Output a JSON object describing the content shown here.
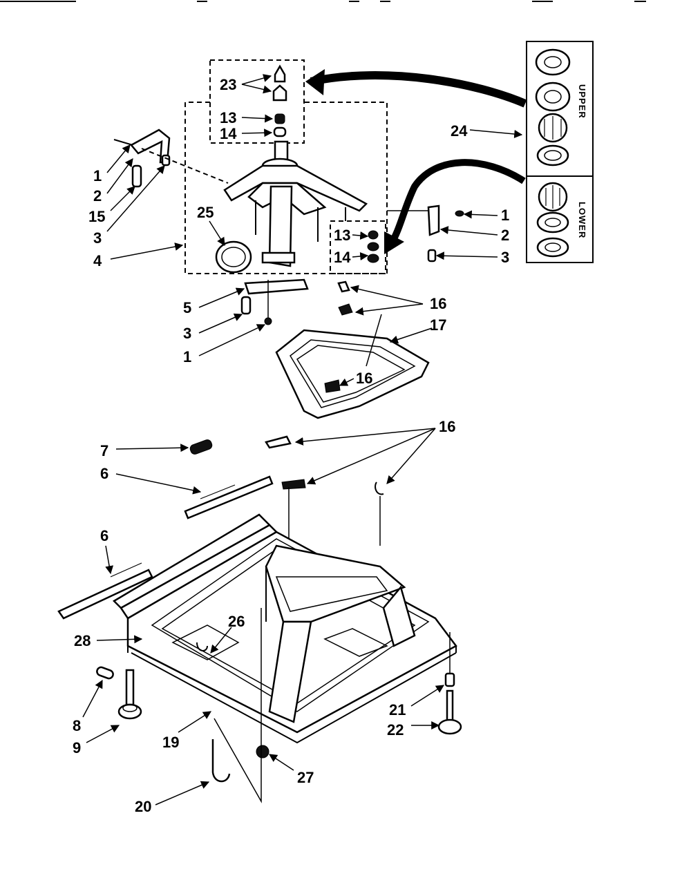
{
  "diagram": {
    "callouts": {
      "c1a": "1",
      "c2a": "2",
      "c15": "15",
      "c3a": "3",
      "c4": "4",
      "c23": "23",
      "c13a": "13",
      "c14a": "14",
      "c25": "25",
      "c13b": "13",
      "c14b": "14",
      "c24": "24",
      "c1b": "1",
      "c2b": "2",
      "c3b": "3",
      "c5": "5",
      "c3c": "3",
      "c1c": "1",
      "c16a": "16",
      "c17": "17",
      "c16b": "16",
      "c7": "7",
      "c6a": "6",
      "c16c": "16",
      "c6b": "6",
      "c28": "28",
      "c26": "26",
      "c8": "8",
      "c9": "9",
      "c19": "19",
      "c20": "20",
      "c27": "27",
      "c21": "21",
      "c22": "22"
    },
    "kit_labels": {
      "upper": "UPPER",
      "lower": "LOWER"
    }
  }
}
